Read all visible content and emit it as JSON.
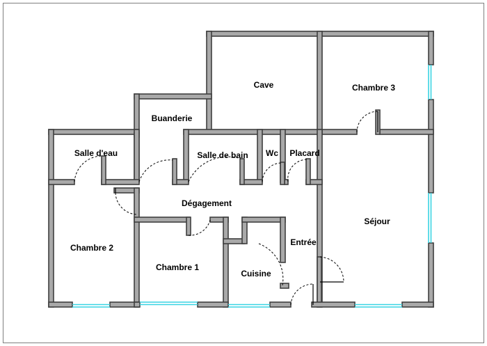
{
  "colors": {
    "wall_fill": "#a9a9a9",
    "wall_outline": "#3f3f3f",
    "window": "#39d4e3",
    "frame": "#7f7f7f",
    "text": "#000000"
  },
  "rooms": {
    "cave": "Cave",
    "chambre3": "Chambre 3",
    "buanderie": "Buanderie",
    "salle_deau": "Salle d'eau",
    "salle_de_bain": "Salle de bain",
    "wc": "Wc",
    "placard": "Placard",
    "degagement": "Dégagement",
    "sejour": "Séjour",
    "chambre2": "Chambre 2",
    "chambre1": "Chambre 1",
    "entree": "Entrée",
    "cuisine": "Cuisine"
  }
}
